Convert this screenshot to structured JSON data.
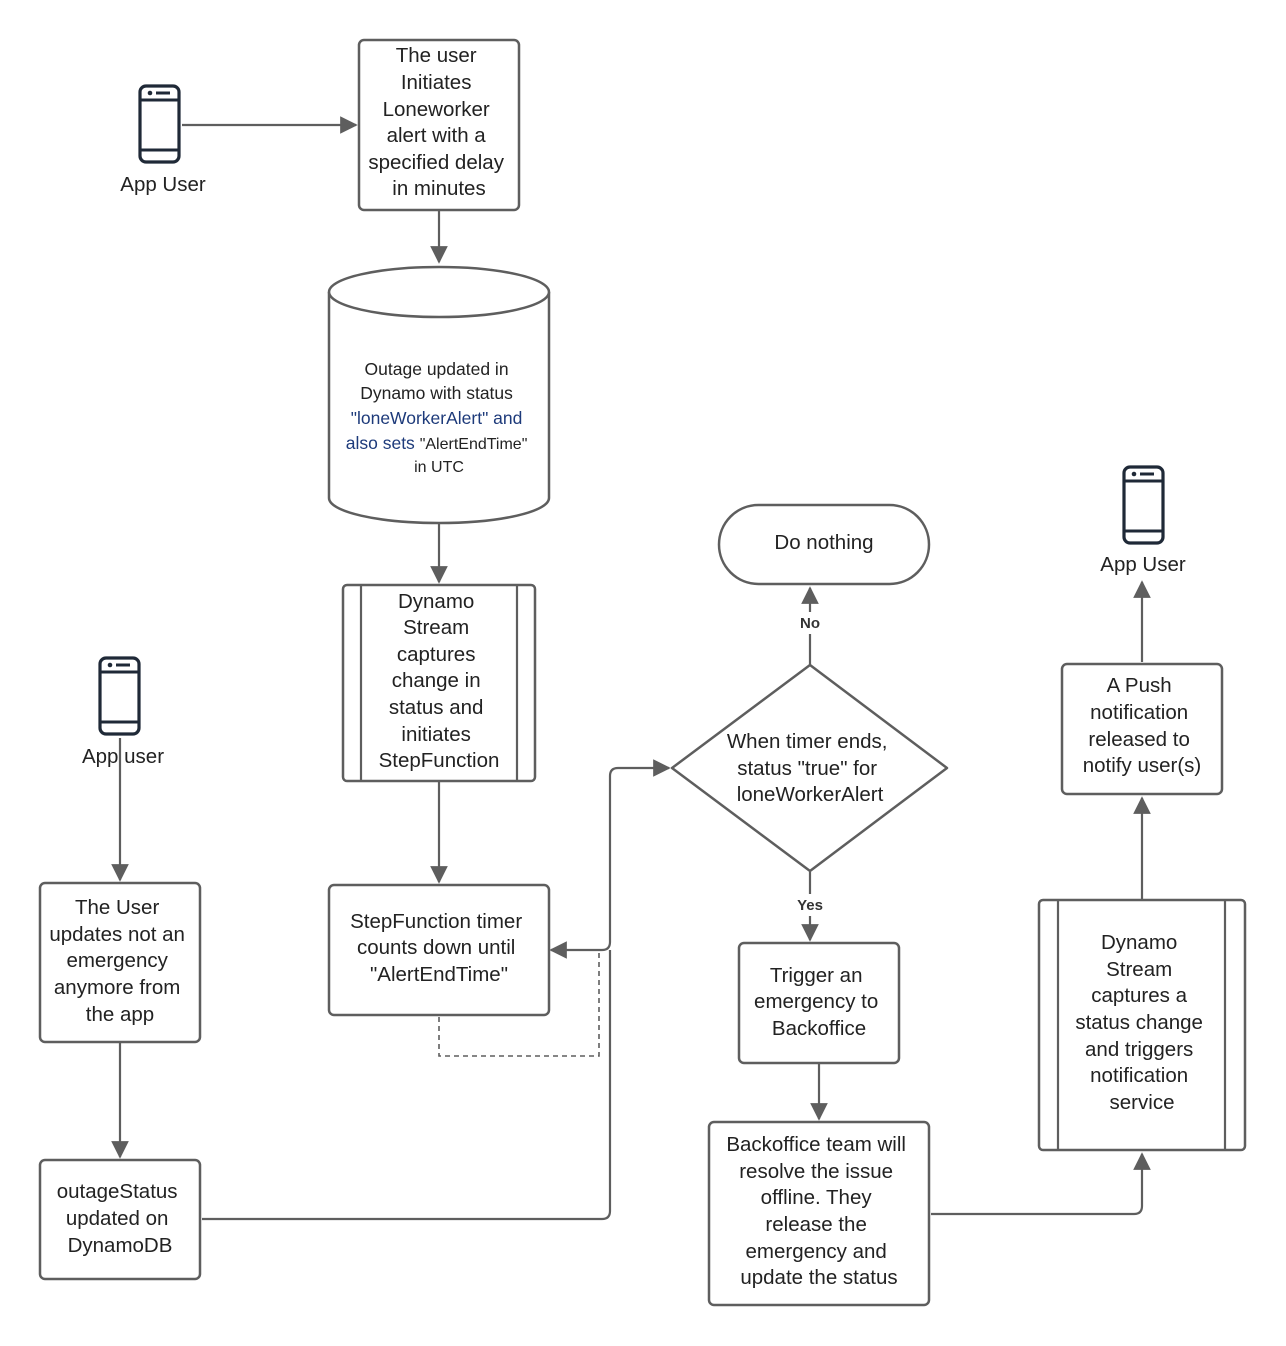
{
  "actors": {
    "app_user_top": "App User",
    "app_user_left": "App user",
    "app_user_right": "App User"
  },
  "nodes": {
    "initiate_alert": [
      "The user",
      "Initiates",
      "Loneworker",
      "alert with a",
      "specified delay",
      "in minutes"
    ],
    "dynamo_update": {
      "line1": "Outage updated in",
      "line2": "Dynamo with status",
      "line3": "\"loneWorkerAlert\" and",
      "line4_prefix": "also sets ",
      "line4_suffix": "\"AlertEndTime\"",
      "line5": "in UTC"
    },
    "stream_initiates": [
      "Dynamo",
      "Stream",
      "captures",
      "change in",
      "status and",
      "initiates",
      "StepFunction"
    ],
    "stepfunction_timer": [
      "StepFunction timer",
      "counts down until",
      "\"AlertEndTime\""
    ],
    "decision": [
      "When timer ends,",
      "status \"true\" for",
      "loneWorkerAlert"
    ],
    "do_nothing": "Do nothing",
    "trigger_emergency": [
      "Trigger an",
      "emergency to",
      "Backoffice"
    ],
    "backoffice_resolve": [
      "Backoffice team will",
      "resolve the issue",
      "offline. They",
      "release the",
      "emergency and",
      "update the status"
    ],
    "stream_notify": [
      "Dynamo",
      "Stream",
      "captures a",
      "status change",
      "and triggers",
      "notification",
      "service"
    ],
    "push_notification": [
      "A Push",
      "notification",
      "released to",
      "notify user(s)"
    ],
    "user_updates": [
      "The User",
      "updates not an",
      "emergency",
      "anymore from",
      "the app"
    ],
    "outage_status": [
      "outageStatus",
      "updated on",
      "DynamoDB"
    ]
  },
  "edge_labels": {
    "no": "No",
    "yes": "Yes"
  },
  "colors": {
    "stroke": "#5e5e5e",
    "icon": "#1f2937",
    "text": "#222222",
    "highlight_text": "#1d3a7a"
  }
}
